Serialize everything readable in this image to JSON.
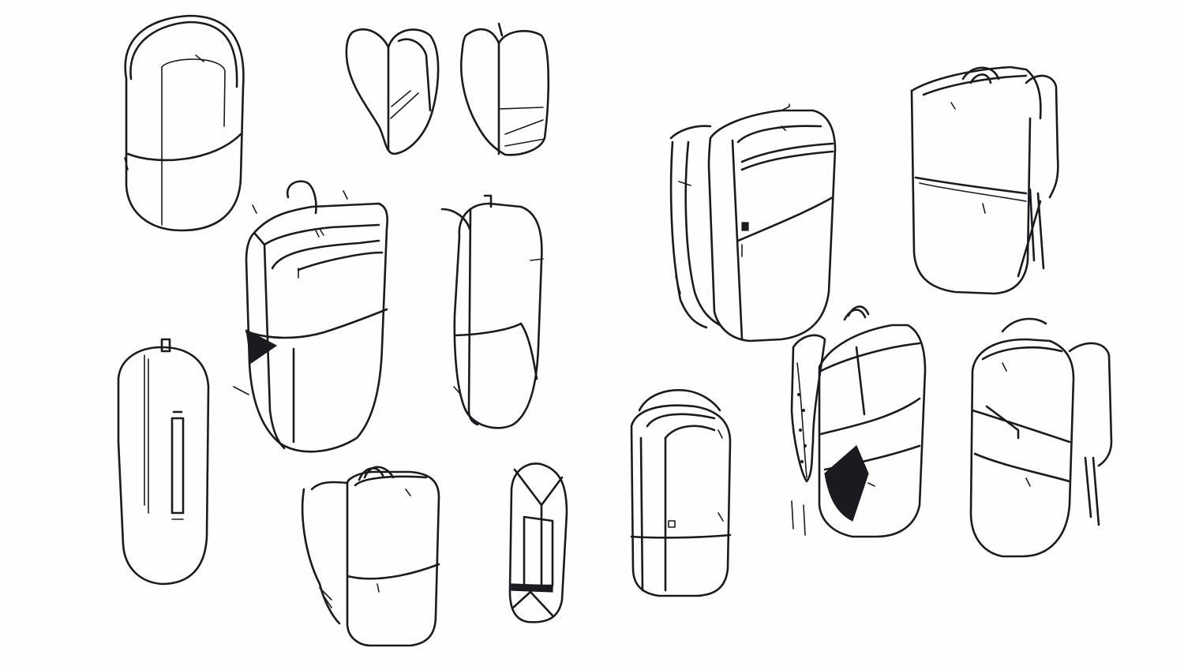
{
  "sheet": {
    "subject": "pen-sketches-of-backpacks",
    "ink_color": "#1b1b1f",
    "paper_color": "#fefefe"
  },
  "sketches": [
    {
      "name": "backpack-front-tall-left"
    },
    {
      "name": "backpack-side-strap-1"
    },
    {
      "name": "backpack-side-strap-2"
    },
    {
      "name": "backpack-three-quarter-center"
    },
    {
      "name": "backpack-side-profile-center"
    },
    {
      "name": "backpack-back-view-left"
    },
    {
      "name": "backpack-three-quarter-bottom-left"
    },
    {
      "name": "backpack-side-bottom-strap"
    },
    {
      "name": "backpack-three-quarter-large-right"
    },
    {
      "name": "backpack-three-quarter-top-right"
    },
    {
      "name": "backpack-front-bottom-center"
    },
    {
      "name": "backpack-mesh-pocket-right"
    },
    {
      "name": "backpack-front-pocket-right"
    }
  ]
}
